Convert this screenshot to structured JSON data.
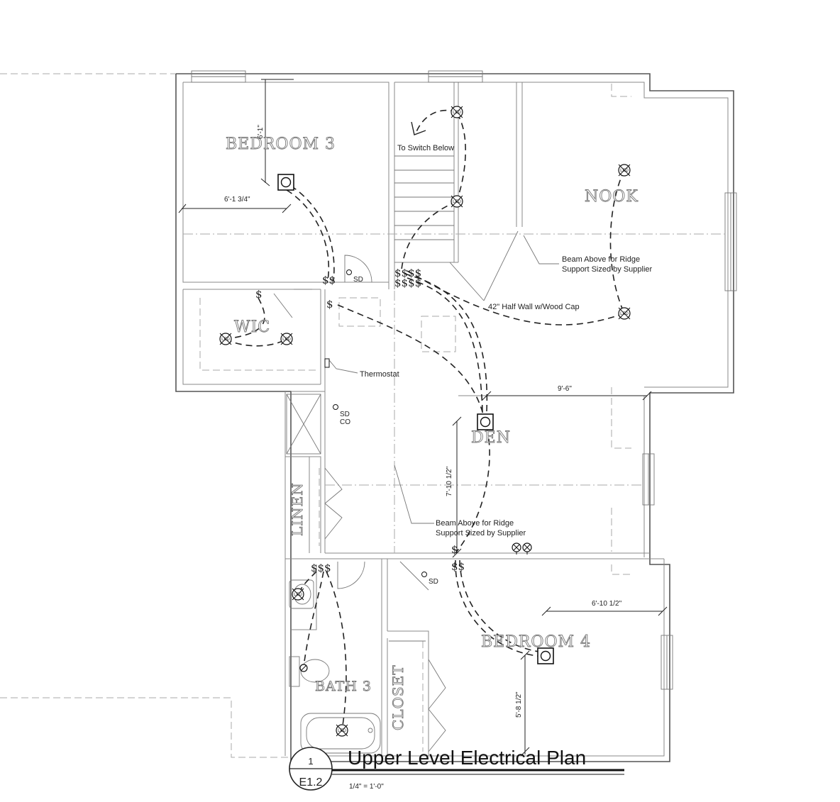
{
  "rooms": {
    "bedroom3": "BEDROOM 3",
    "nook": "NOOK",
    "wic": "WIC",
    "den": "DEN",
    "linen": "LINEN",
    "bath3": "BATH 3",
    "closet": "CLOSET",
    "bedroom4": "BEDROOM 4"
  },
  "notes": {
    "to_switch_below": "To Switch Below",
    "beam_nook_line1": "Beam Above for Ridge",
    "beam_nook_line2": "Support Sized by Supplier",
    "half_wall": "42\" Half Wall w/Wood Cap",
    "thermostat": "Thermostat",
    "beam_den_line1": "Beam Above for Ridge",
    "beam_den_line2": "Support Sized by Supplier"
  },
  "dimensions": {
    "bed3_vertical": "6'-1\"",
    "bed3_horizontal": "6'-1 3/4\"",
    "den_horizontal": "9'-6\"",
    "den_vertical": "7'-10 1/2\"",
    "bed4_horizontal": "6'-10 1/2\"",
    "bed4_vertical": "5'-8 1/2\""
  },
  "symbols": {
    "smoke_detector": "SD",
    "smoke_co_line1": "SD",
    "smoke_co_line2": "CO",
    "light": "LED",
    "switch_single": "$",
    "switch_double": "$$",
    "switch_triple": "$$$",
    "switch_quad": "$$$$"
  },
  "title_block": {
    "detail_number": "1",
    "sheet": "E1.2",
    "title": "Upper Level Electrical Plan",
    "scale": "1/4\" = 1'-0\""
  }
}
